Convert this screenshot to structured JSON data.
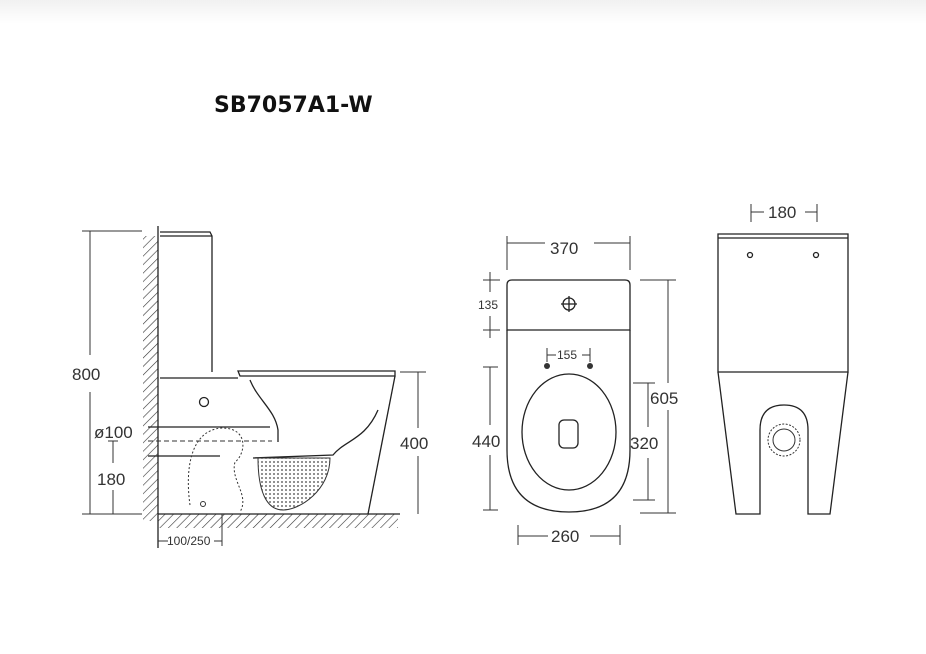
{
  "title": "SB7057A1-W",
  "side_view": {
    "height_total": "800",
    "pipe_diameter": "ø100",
    "pipe_height": "180",
    "seat_height": "400",
    "rough_in": "100/250"
  },
  "front_view": {
    "width": "370",
    "tank_depth": "135",
    "fixing_spacing": "155",
    "overall_depth": "605",
    "bowl_depth": "440",
    "seat_depth": "320",
    "bowl_width": "260"
  },
  "back_view": {
    "fixing_spacing": "180"
  }
}
